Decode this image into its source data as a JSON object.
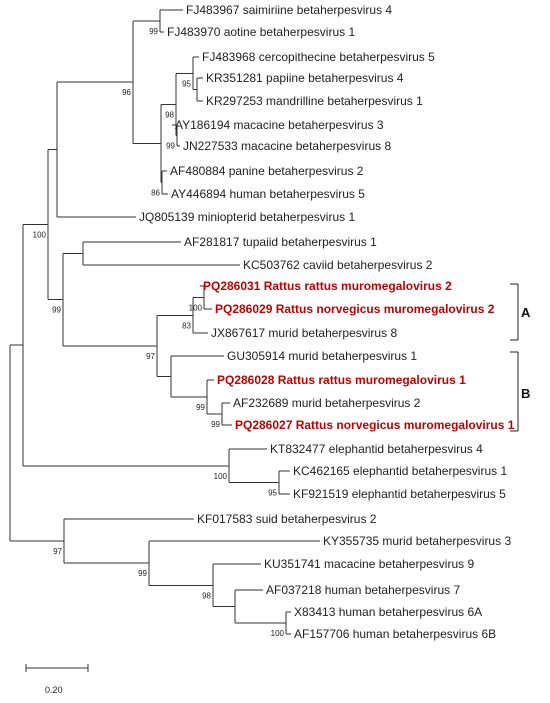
{
  "tree": {
    "taxa": [
      {
        "label": "FJ483967 saimiriine betaherpesvirus 4",
        "highlight": false
      },
      {
        "label": "FJ483970 aotine betaherpesvirus 1",
        "highlight": false
      },
      {
        "label": "FJ483968 cercopithecine betaherpesvirus 5",
        "highlight": false
      },
      {
        "label": "KR351281 papiine betaherpesvirus 4",
        "highlight": false
      },
      {
        "label": "KR297253 mandrilline betaherpesvirus 1",
        "highlight": false
      },
      {
        "label": "AY186194 macacine betaherpesvirus 3",
        "highlight": false
      },
      {
        "label": "JN227533 macacine betaherpesvirus 8",
        "highlight": false
      },
      {
        "label": "AF480884 panine betaherpesvirus 2",
        "highlight": false
      },
      {
        "label": "AY446894 human betaherpesvirus 5",
        "highlight": false
      },
      {
        "label": "JQ805139 miniopterid betaherpesvirus 1",
        "highlight": false
      },
      {
        "label": "AF281817 tupaiid betaherpesvirus 1",
        "highlight": false
      },
      {
        "label": "KC503762 caviid betaherpesvirus 2",
        "highlight": false
      },
      {
        "label": "PQ286031 Rattus rattus muromegalovirus 2",
        "highlight": true
      },
      {
        "label": "PQ286029 Rattus norvegicus muromegalovirus 2",
        "highlight": true
      },
      {
        "label": "JX867617 murid betaherpesvirus 8",
        "highlight": false
      },
      {
        "label": "GU305914 murid betaherpesvirus 1",
        "highlight": false
      },
      {
        "label": "PQ286028 Rattus rattus muromegalovirus 1",
        "highlight": true
      },
      {
        "label": "AF232689 murid betaherpesvirus 2",
        "highlight": false
      },
      {
        "label": "PQ286027 Rattus norvegicus muromegalovirus 1",
        "highlight": true
      },
      {
        "label": "KT832477 elephantid betaherpesvirus 4",
        "highlight": false
      },
      {
        "label": "KC462165 elephantid betaherpesvirus 1",
        "highlight": false
      },
      {
        "label": "KF921519 elephantid betaherpesvirus 5",
        "highlight": false
      },
      {
        "label": "KF017583 suid betaherpesvirus 2",
        "highlight": false
      },
      {
        "label": "KY355735 murid betaherpesvirus 3",
        "highlight": false
      },
      {
        "label": "KU351741 macacine betaherpesvirus 9",
        "highlight": false
      },
      {
        "label": "AF037218 human betaherpesvirus 7",
        "highlight": false
      },
      {
        "label": "X83413 human betaherpesvirus 6A",
        "highlight": false
      },
      {
        "label": "AF157706 human betaherpesvirus 6B",
        "highlight": false
      }
    ],
    "bootstrap": [
      "100",
      "96",
      "99",
      "98",
      "95",
      "99",
      "86",
      "99",
      "97",
      "83",
      "100",
      "99",
      "99",
      "100",
      "95",
      "97",
      "99",
      "98",
      "100"
    ],
    "clades": [
      {
        "label": "A"
      },
      {
        "label": "B"
      }
    ],
    "scale_bar": {
      "value": 0.2,
      "label": "0.20"
    }
  },
  "colors": {
    "highlight": "#c00000",
    "branch": "#333333"
  }
}
